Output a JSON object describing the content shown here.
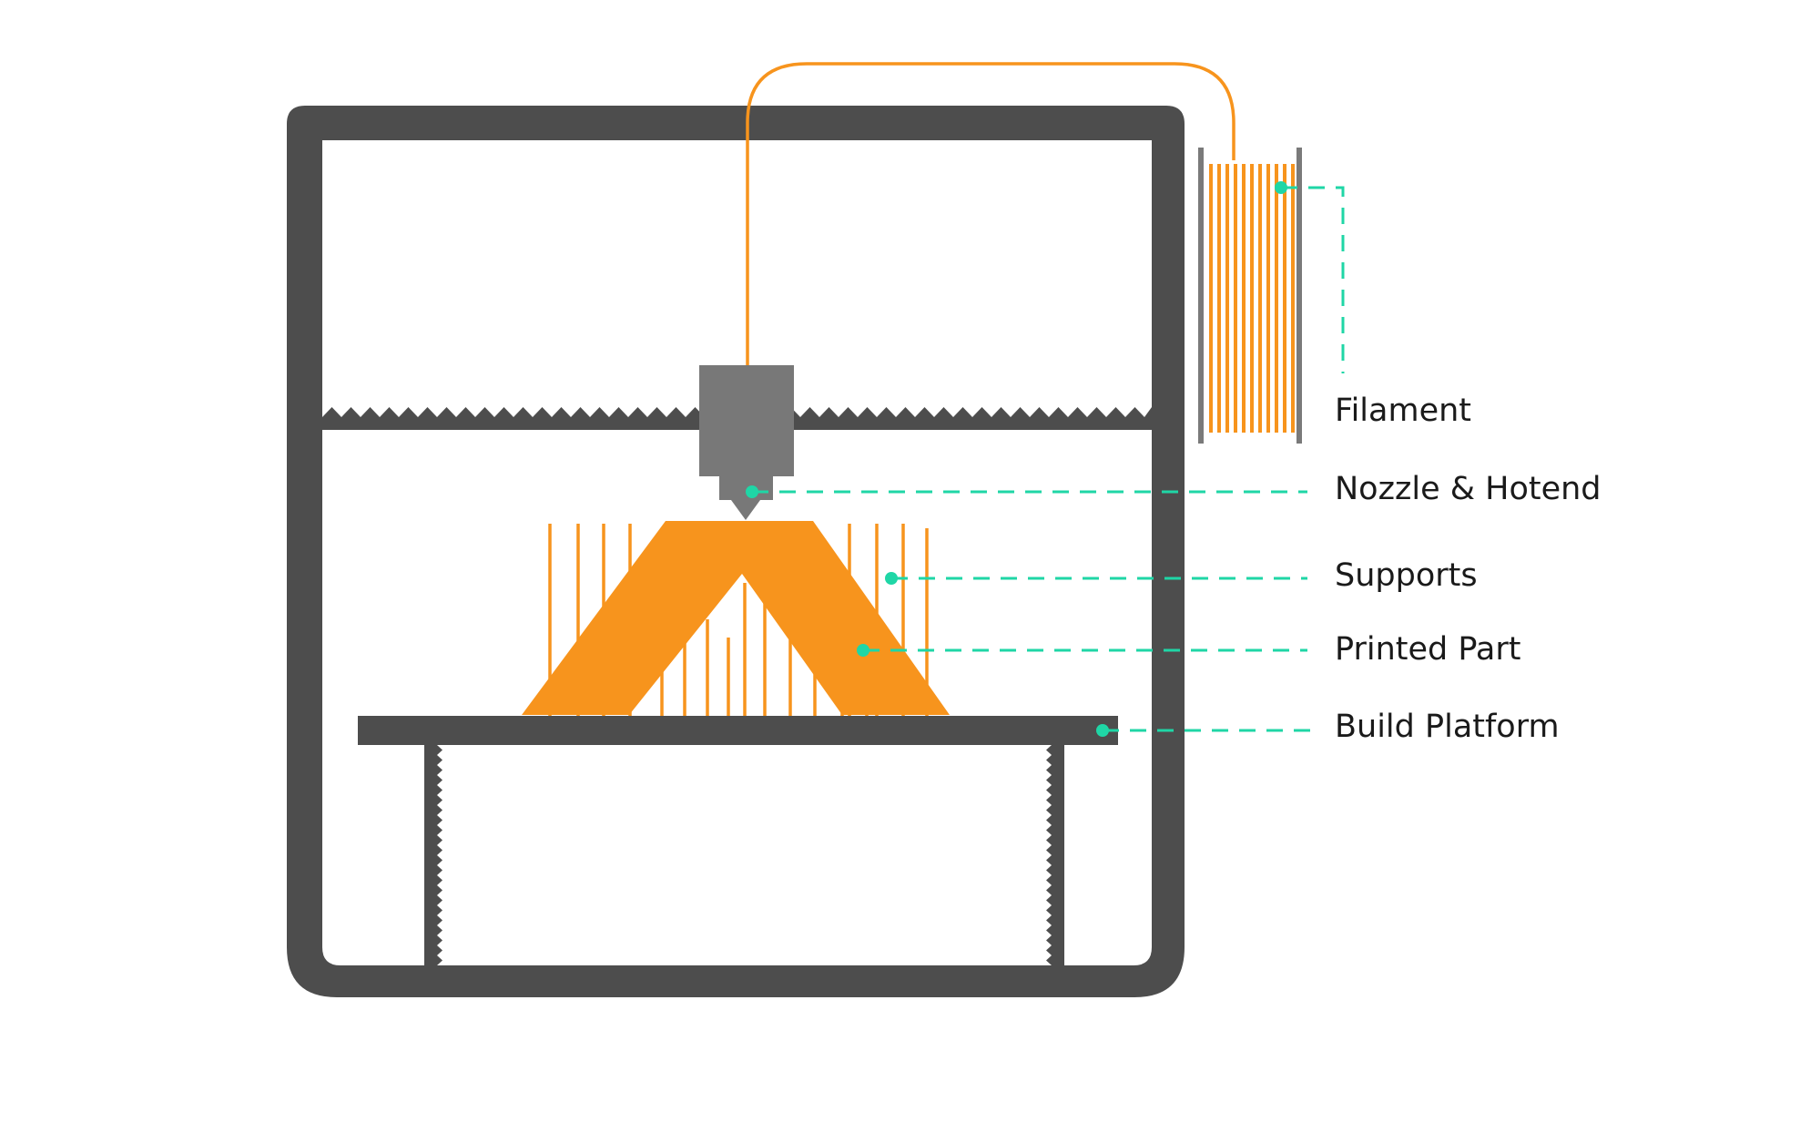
{
  "colors": {
    "frame": "#4d4d4d",
    "extruder": "#787878",
    "filament": "#f7941d",
    "callout": "#1fd6a6",
    "text": "#1a1a1a",
    "background": "#ffffff"
  },
  "labels": {
    "filament": "Filament",
    "nozzle_hotend": "Nozzle & Hotend",
    "supports": "Supports",
    "printed_part": "Printed Part",
    "build_platform": "Build Platform"
  }
}
